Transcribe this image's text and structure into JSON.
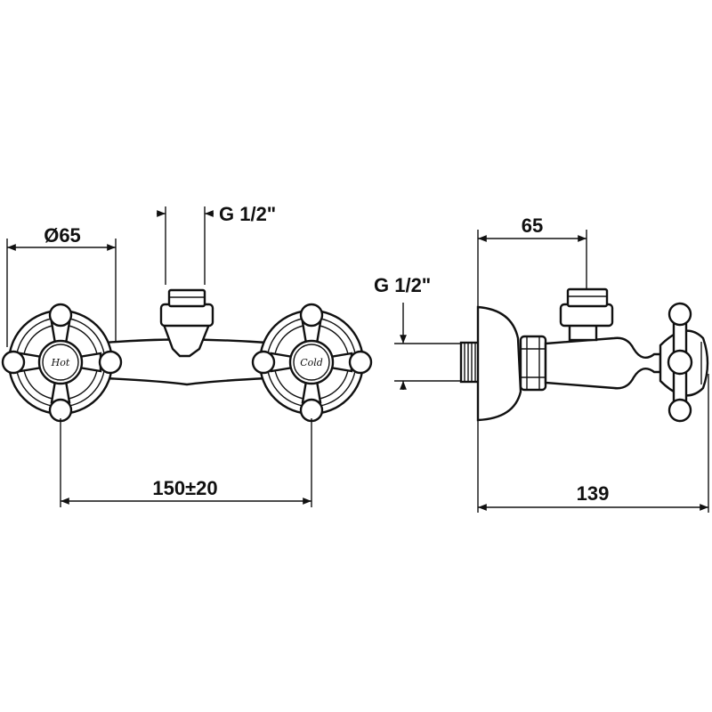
{
  "front_view": {
    "diameter_label": "Ø65",
    "inlet_label": "G 1/2\"",
    "spacing_label": "150±20",
    "left_knob_text": "Hot",
    "right_knob_text": "Cold"
  },
  "side_view": {
    "depth_label": "65",
    "inlet_label": "G 1/2\"",
    "total_label": "139"
  },
  "colors": {
    "line": "#111111",
    "background": "#ffffff"
  }
}
